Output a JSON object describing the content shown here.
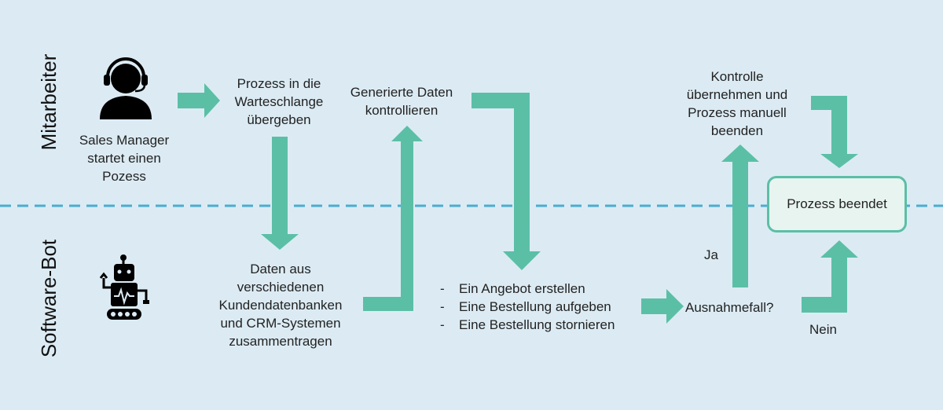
{
  "lanes": {
    "top": "Mitarbeiter",
    "bottom": "Software-Bot"
  },
  "icons": {
    "top": "sales-manager-headset-icon",
    "bottom": "robot-icon"
  },
  "colors": {
    "arrow": "#5bbfa6",
    "divider": "#4aaed0",
    "background": "#dcebf3"
  },
  "steps": {
    "start": [
      "Sales Manager",
      "startet einen",
      "Pozess"
    ],
    "queue": [
      "Prozess in die",
      "Warteschlange",
      "übergeben"
    ],
    "collect": [
      "Daten aus",
      "verschiedenen",
      "Kundendatenbanken",
      "und CRM-Systemen",
      "zusammentragen"
    ],
    "check": [
      "Generierte Daten",
      "kontrollieren"
    ],
    "tasks": [
      "Ein Angebot erstellen",
      "Eine Bestellung aufgeben",
      "Eine Bestellung stornieren"
    ],
    "task_bullet": "-",
    "exception": "Ausnahmefall?",
    "manual": [
      "Kontrolle",
      "übernehmen und",
      "Prozess manuell",
      "beenden"
    ],
    "end": "Prozess beendet",
    "yes": "Ja",
    "no": "Nein"
  }
}
